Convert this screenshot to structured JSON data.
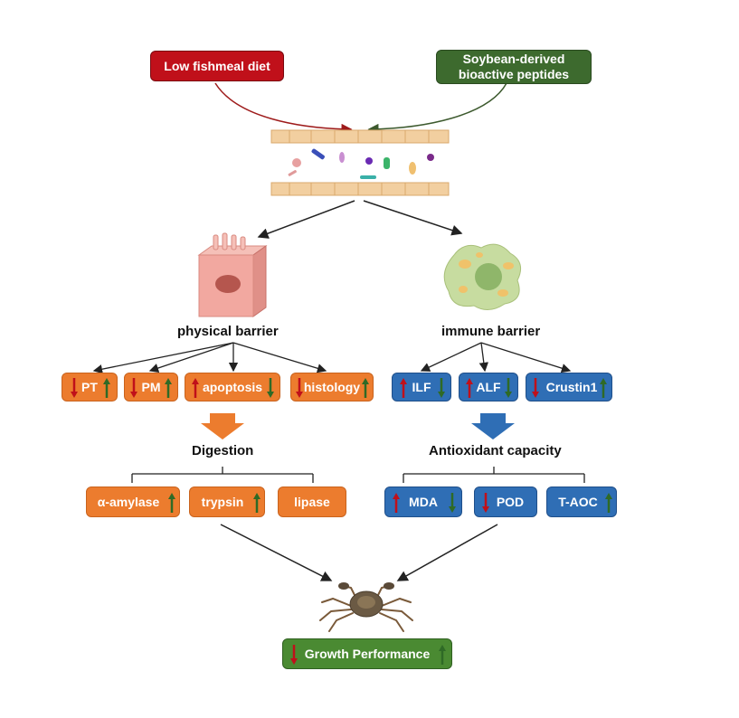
{
  "inputs": {
    "low_fishmeal": "Low fishmeal diet",
    "soybean_line1": "Soybean-derived",
    "soybean_line2": "bioactive peptides"
  },
  "physical": {
    "title": "physical barrier",
    "items": [
      {
        "label": "PT"
      },
      {
        "label": "PM"
      },
      {
        "label": "apoptosis"
      },
      {
        "label": "histology"
      }
    ]
  },
  "immune": {
    "title": "immune barrier",
    "items": [
      {
        "label": "ILF"
      },
      {
        "label": "ALF"
      },
      {
        "label": "Crustin1"
      }
    ]
  },
  "digestion": {
    "title": "Digestion",
    "items": [
      {
        "label": "α-amylase"
      },
      {
        "label": "trypsin"
      },
      {
        "label": "lipase"
      }
    ]
  },
  "antioxidant": {
    "title": "Antioxidant capacity",
    "items": [
      {
        "label": "MDA"
      },
      {
        "label": "POD"
      },
      {
        "label": "T-AOC"
      }
    ]
  },
  "outcome": {
    "label": "Growth Performance"
  },
  "colors": {
    "down_arrow": "#c0101a",
    "up_arrow": "#2f6a26",
    "orange": "#ec7c2e",
    "blue": "#2f6eb5",
    "red": "#c0101a",
    "green": "#3d6a2e"
  }
}
